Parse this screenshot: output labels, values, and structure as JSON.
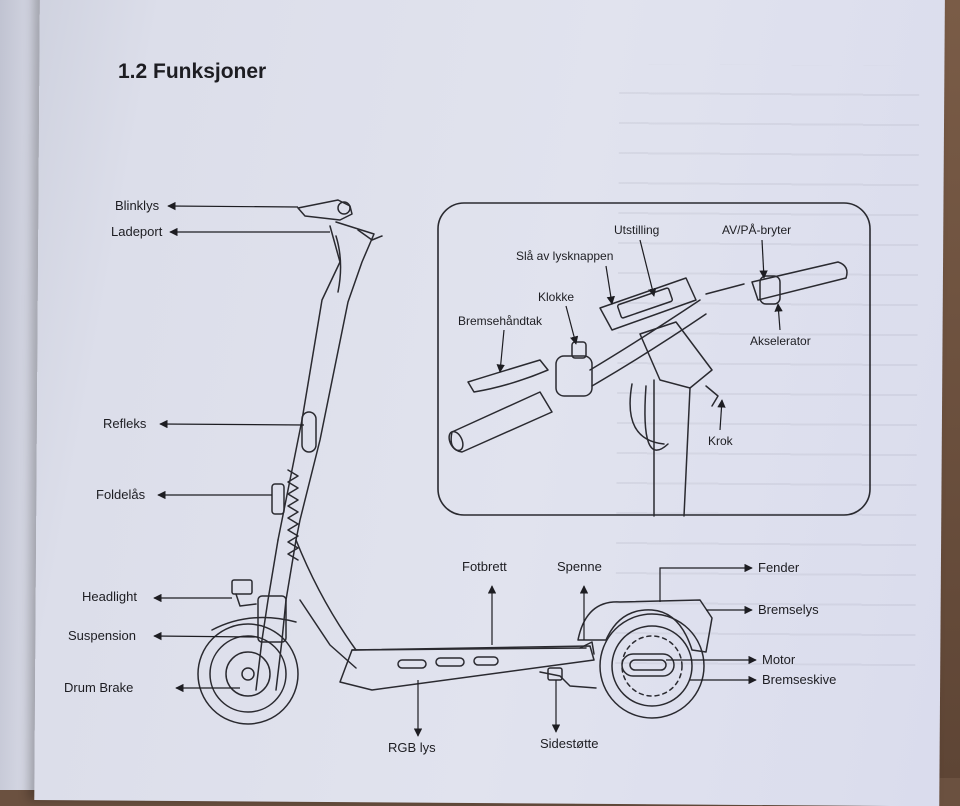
{
  "heading": "1.2 Funksjoner",
  "labels": {
    "blinklys": "Blinklys",
    "ladeport": "Ladeport",
    "refleks": "Refleks",
    "foldelas": "Foldelås",
    "headlight": "Headlight",
    "suspension": "Suspension",
    "drum_brake": "Drum Brake",
    "rgb_lys": "RGB lys",
    "fotbrett": "Fotbrett",
    "spenne": "Spenne",
    "sidestotte": "Sidestøtte",
    "fender": "Fender",
    "bremselys": "Bremselys",
    "motor": "Motor",
    "bremseskive": "Bremseskive"
  },
  "inset_labels": {
    "utstilling": "Utstilling",
    "av_pa_bryter": "AV/PÅ-bryter",
    "sla_av_lysknappen": "Slå av lysknappen",
    "klokke": "Klokke",
    "bremsehandtak": "Bremsehåndtak",
    "akselerator": "Akselerator",
    "krok": "Krok"
  }
}
